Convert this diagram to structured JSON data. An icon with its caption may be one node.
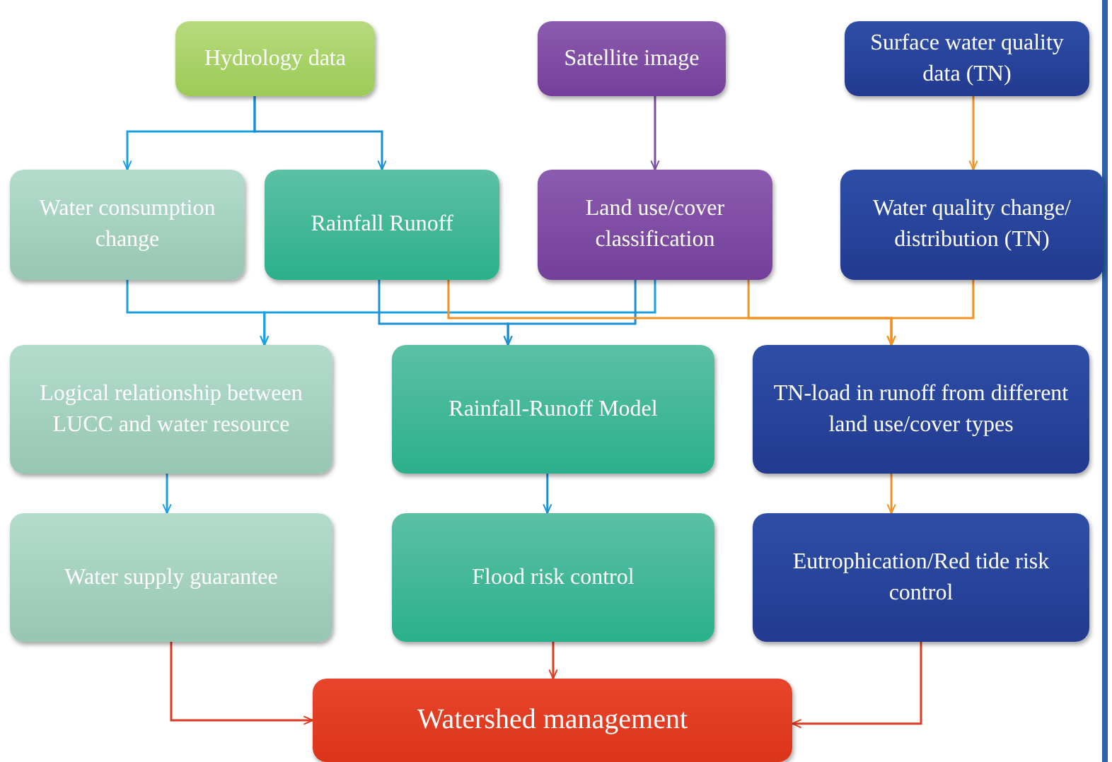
{
  "diagram": {
    "nodes": [
      {
        "text": [
          "Hydrology data"
        ]
      },
      {
        "text": [
          "Satellite image"
        ]
      },
      {
        "text": [
          "Surface water quality data (TN)"
        ]
      },
      {
        "text": [
          "Water consumption change"
        ]
      },
      {
        "text": [
          "Rainfall Runoff"
        ]
      },
      {
        "text": [
          "Land use/cover classification"
        ]
      },
      {
        "text": [
          "Water quality change/ distribution (TN)"
        ]
      },
      {
        "text": [
          "Logical relationship between LUCC and water resource"
        ]
      },
      {
        "text": [
          "Rainfall-Runoff Model"
        ]
      },
      {
        "text": [
          "TN-load in runoff from different land use/cover types"
        ]
      },
      {
        "text": [
          "Water supply guarantee"
        ]
      },
      {
        "text": [
          "Flood risk control"
        ]
      },
      {
        "text": [
          "Eutrophication/Red tide risk control"
        ]
      },
      {
        "text": [
          "Watershed management"
        ]
      }
    ],
    "edges": [
      {
        "from": 0,
        "to": 3,
        "arrow": "to",
        "color": "#1ba1e2"
      },
      {
        "from": 0,
        "to": 4,
        "arrow": "to",
        "color": "#1b8fd2"
      },
      {
        "from": 1,
        "to": 5,
        "arrow": "to",
        "color": "#7b4ea0"
      },
      {
        "from": 2,
        "to": 6,
        "arrow": "to",
        "color": "#f39224"
      },
      {
        "from": 3,
        "to": 7,
        "arrow": "to",
        "color": "#1ba1e2"
      },
      {
        "from": 5,
        "to": 7,
        "arrow": "to",
        "color": "#1ba1e2"
      },
      {
        "from": 4,
        "to": 8,
        "arrow": "to",
        "color": "#1b8fd2"
      },
      {
        "from": 5,
        "to": 8,
        "arrow": "to",
        "color": "#1b8fd2"
      },
      {
        "from": 4,
        "to": 9,
        "arrow": "to",
        "color": "#f39224"
      },
      {
        "from": 5,
        "to": 9,
        "arrow": "to",
        "color": "#f39224"
      },
      {
        "from": 6,
        "to": 9,
        "arrow": "to",
        "color": "#f39224"
      },
      {
        "from": 7,
        "to": 10,
        "arrow": "to",
        "color": "#1ba1e2"
      },
      {
        "from": 8,
        "to": 11,
        "arrow": "to",
        "color": "#1b8fd2"
      },
      {
        "from": 9,
        "to": 12,
        "arrow": "to",
        "color": "#f39224"
      },
      {
        "from": 10,
        "to": 13,
        "arrow": "to",
        "color": "#e03a22"
      },
      {
        "from": 11,
        "to": 13,
        "arrow": "to",
        "color": "#e03a22"
      },
      {
        "from": 12,
        "to": 13,
        "arrow": "to",
        "color": "#e03a22"
      }
    ]
  }
}
